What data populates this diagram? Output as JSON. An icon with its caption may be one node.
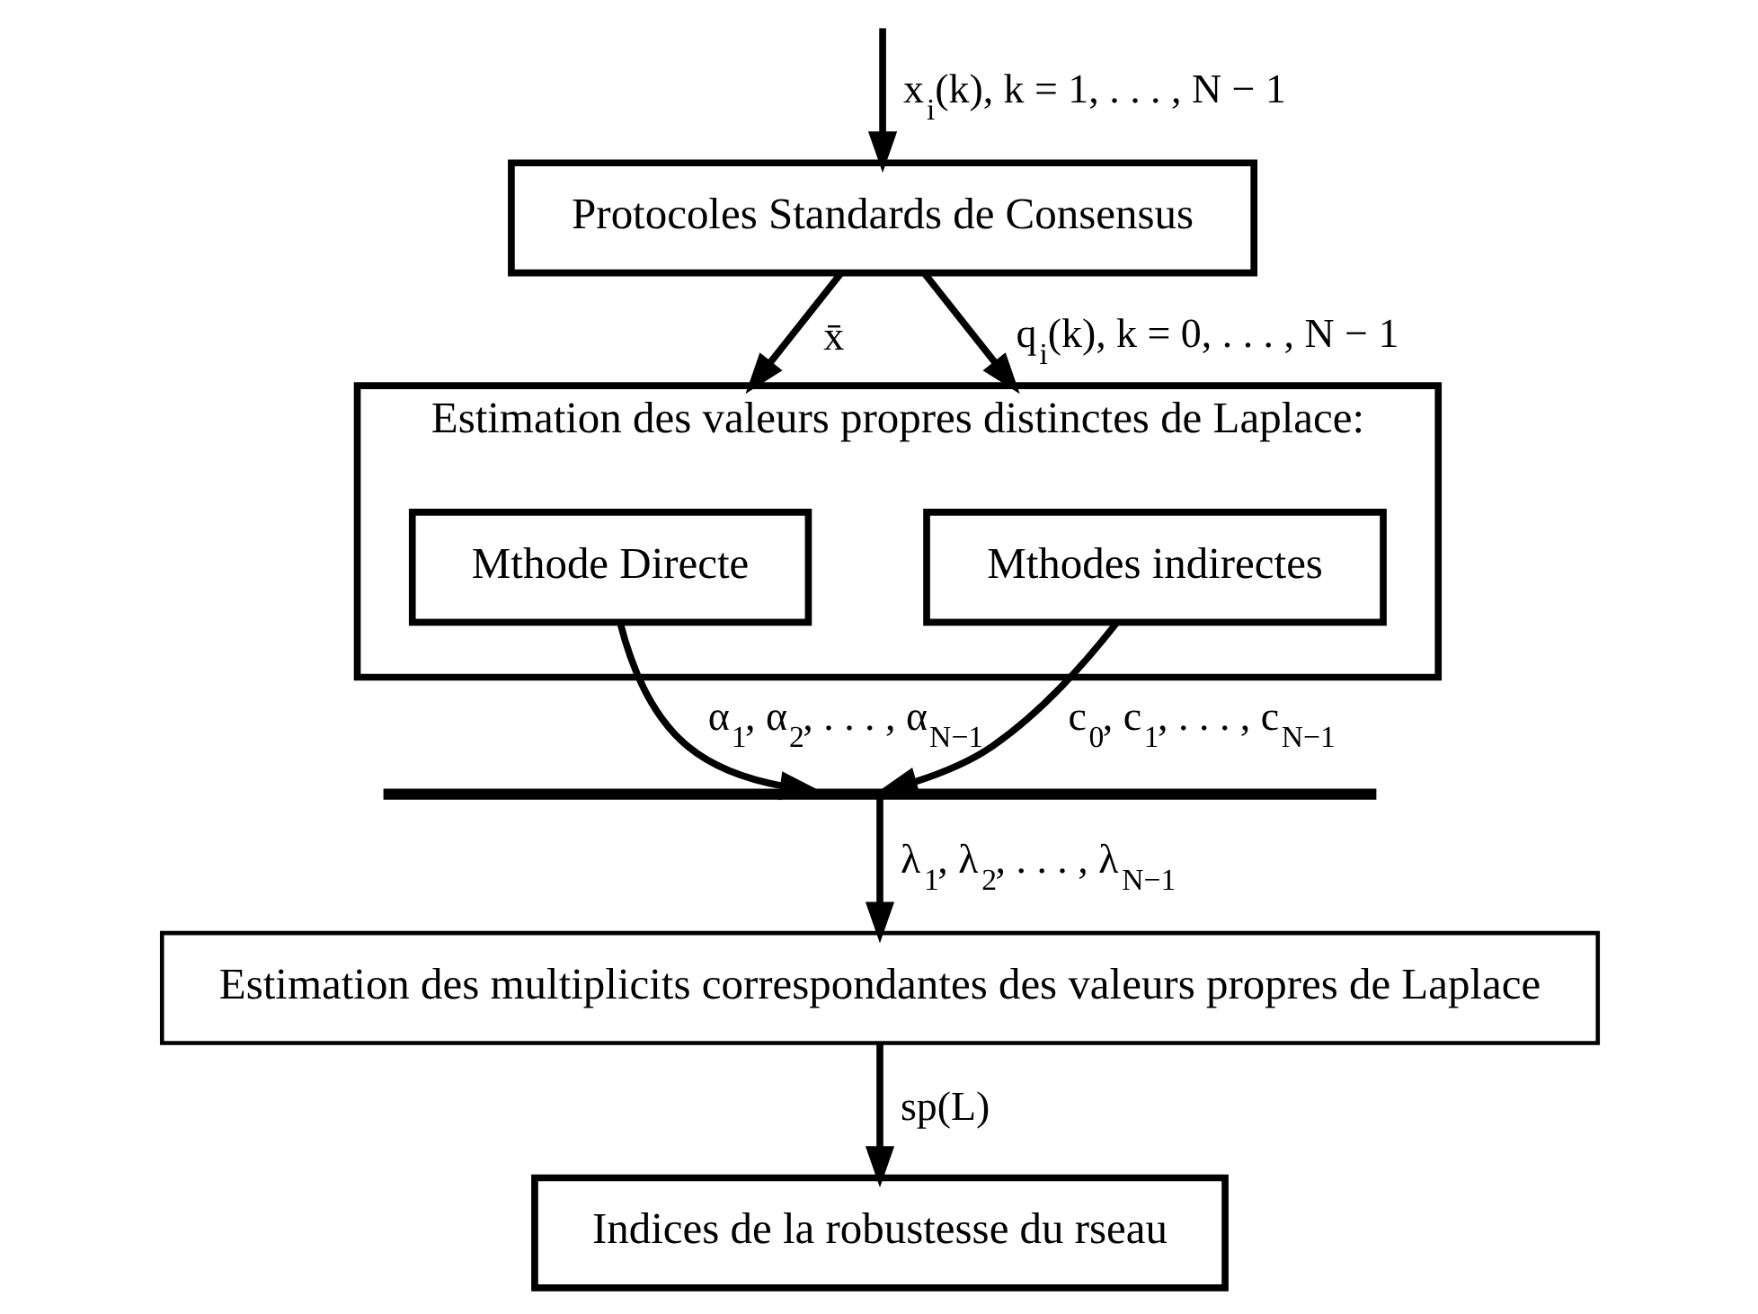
{
  "diagram": {
    "nodes": [
      {
        "text": [
          "Protocoles Standards de Consensus"
        ]
      },
      {
        "text": [
          "Estimation des valeurs propres distinctes de Laplace:"
        ]
      },
      {
        "text": [
          "Mthode Directe"
        ],
        "in": 1
      },
      {
        "text": [
          "Mthodes indirectes"
        ],
        "in": 1
      },
      {
        "text": [],
        "shape": "bar"
      },
      {
        "text": [
          "Estimation des multiplicits correspondantes des valeurs propres de Laplace"
        ]
      },
      {
        "text": [
          "Indices de la robustesse du rseau"
        ]
      }
    ],
    "edges": [
      {
        "from": null,
        "to": 0,
        "arrow": "to",
        "label": "x$_{i}$(k), k = 1, . . . , N − 1"
      },
      {
        "from": 0,
        "to": 1,
        "arrow": "to",
        "label": "x̄"
      },
      {
        "from": 0,
        "to": 1,
        "arrow": "to",
        "label": "q$_{i}$(k), k = 0, . . . , N − 1"
      },
      {
        "from": 2,
        "to": 4,
        "arrow": "to",
        "label": "α$_{1}$, α$_{2}$, . . . , α$_{N−1}$"
      },
      {
        "from": 3,
        "to": 4,
        "arrow": "to",
        "label": "c$_{0}$, c$_{1}$, . . . , c$_{N−1}$"
      },
      {
        "from": 4,
        "to": 5,
        "arrow": "to",
        "label": "λ$_{1}$, λ$_{2}$, . . . , λ$_{N−1}$"
      },
      {
        "from": 5,
        "to": 6,
        "arrow": "to",
        "label": "sp(L)"
      }
    ]
  }
}
